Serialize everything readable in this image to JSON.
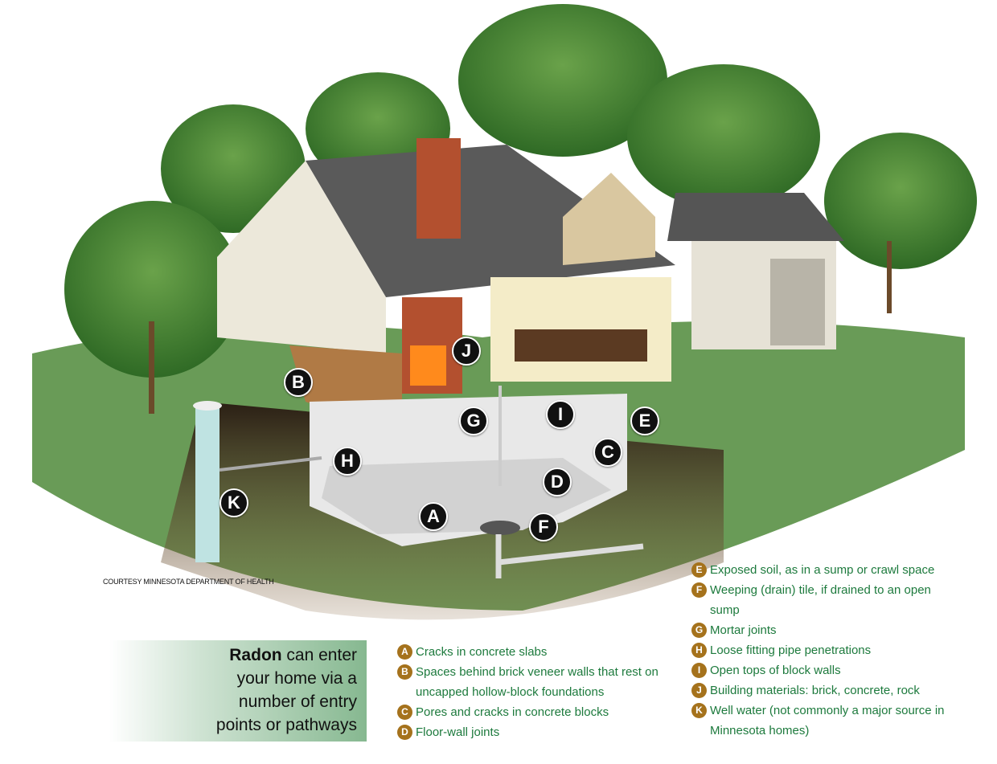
{
  "credit": "COURTESY MINNESOTA DEPARTMENT OF HEALTH",
  "callout": {
    "bold": "Radon",
    "rest": " can enter your home via a number of entry points or pathways"
  },
  "markers": [
    "A",
    "B",
    "C",
    "D",
    "E",
    "F",
    "G",
    "H",
    "I",
    "J",
    "K"
  ],
  "legend": [
    {
      "key": "A",
      "text": "Cracks in concrete slabs"
    },
    {
      "key": "B",
      "text": "Spaces behind brick veneer walls that rest on uncapped hollow-block foundations"
    },
    {
      "key": "C",
      "text": "Pores and cracks in concrete blocks"
    },
    {
      "key": "D",
      "text": "Floor-wall joints"
    },
    {
      "key": "E",
      "text": "Exposed soil, as in a sump or crawl space"
    },
    {
      "key": "F",
      "text": "Weeping (drain) tile, if drained to an open sump"
    },
    {
      "key": "G",
      "text": "Mortar joints"
    },
    {
      "key": "H",
      "text": "Loose fitting pipe penetrations"
    },
    {
      "key": "I",
      "text": "Open tops of block walls"
    },
    {
      "key": "J",
      "text": "Building materials: brick, concrete, rock"
    },
    {
      "key": "K",
      "text": "Well water (not commonly a major source in Minnesota homes)"
    }
  ],
  "colors": {
    "legend_text": "#1d7a3d",
    "badge": "#a5721c",
    "marker": "#111111",
    "grass": "#4f8a3a",
    "soil": "#3a2a1a"
  }
}
